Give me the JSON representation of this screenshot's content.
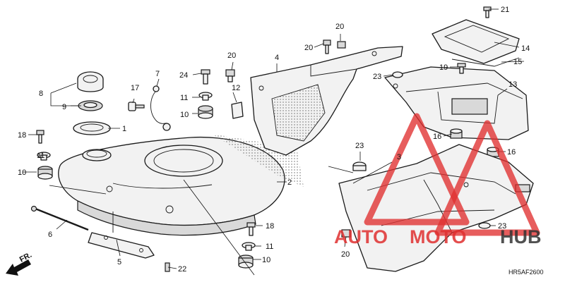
{
  "callouts": [
    "1",
    "2",
    "3",
    "4",
    "5",
    "6",
    "7",
    "8",
    "9",
    "10",
    "11",
    "12",
    "13",
    "14",
    "15",
    "16",
    "17",
    "18",
    "19",
    "20",
    "21",
    "22",
    "23",
    "24"
  ],
  "diagram_code": "HR5AF2600",
  "front_marker": "FR.",
  "watermark": {
    "text_auto": "AUTO",
    "text_moto": "MOTO",
    "text_hub": "HUB",
    "color_red": "#e03030",
    "color_dark": "#333333"
  }
}
